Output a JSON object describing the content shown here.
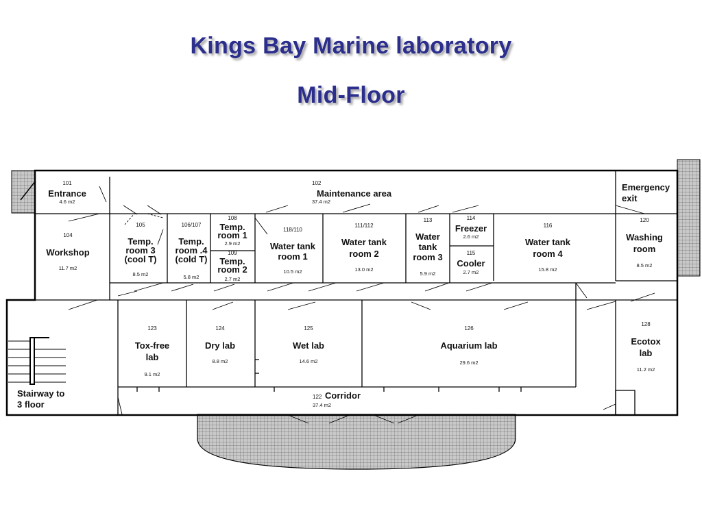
{
  "title": "Kings Bay Marine laboratory",
  "subtitle": "Mid-Floor",
  "rooms": {
    "entrance": {
      "num": "101",
      "name": [
        "Entrance"
      ],
      "area": "4.6 m2"
    },
    "maintenance": {
      "num": "102",
      "name": [
        "Maintenance area"
      ],
      "area": "37.4 m2"
    },
    "emergency": {
      "num": "",
      "name": [
        "Emergency",
        "exit"
      ],
      "area": ""
    },
    "workshop": {
      "num": "104",
      "name": [
        "Workshop"
      ],
      "area": "11.7 m2"
    },
    "temp3": {
      "num": "105",
      "name": [
        "Temp.",
        "room 3",
        "(cool T)"
      ],
      "area": "8.5 m2"
    },
    "temp4": {
      "num": "106/107",
      "name": [
        "Temp.",
        "room .4",
        "(cold T)"
      ],
      "area": "5.8 m2"
    },
    "temp1": {
      "num": "108",
      "name": [
        "Temp.",
        "room 1"
      ],
      "area": "2.9 m2"
    },
    "temp2": {
      "num": "109",
      "name": [
        "Temp.",
        "room 2"
      ],
      "area": "2.7 m2"
    },
    "watertank1": {
      "num": "118/110",
      "name": [
        "Water tank",
        "room 1"
      ],
      "area": "10.5 m2"
    },
    "watertank2": {
      "num": "111/112",
      "name": [
        "Water tank",
        "room 2"
      ],
      "area": "13.0 m2"
    },
    "watertank3": {
      "num": "113",
      "name": [
        "Water",
        "tank",
        "room 3"
      ],
      "area": "5.9 m2"
    },
    "freezer": {
      "num": "114",
      "name": [
        "Freezer"
      ],
      "area": "2.6 m2"
    },
    "cooler": {
      "num": "115",
      "name": [
        "Cooler"
      ],
      "area": "2.7 m2"
    },
    "watertank4": {
      "num": "116",
      "name": [
        "Water tank",
        "room 4"
      ],
      "area": "15.8 m2"
    },
    "washing": {
      "num": "120",
      "name": [
        "Washing",
        "room"
      ],
      "area": "8.5 m2"
    },
    "toxfree": {
      "num": "123",
      "name": [
        "Tox-free",
        "lab"
      ],
      "area": "9.1 m2"
    },
    "drylab": {
      "num": "124",
      "name": [
        "Dry lab"
      ],
      "area": "8.8 m2"
    },
    "wetlab": {
      "num": "125",
      "name": [
        "Wet lab"
      ],
      "area": "14.6 m2"
    },
    "aquarium": {
      "num": "126",
      "name": [
        "Aquarium lab"
      ],
      "area": "29.6 m2"
    },
    "ecotox": {
      "num": "128",
      "name": [
        "Ecotox",
        "lab"
      ],
      "area": "11.2 m2"
    },
    "corridor": {
      "num": "122",
      "name": [
        "Corridor"
      ],
      "area": "37.4 m2"
    },
    "stairway": {
      "num": "",
      "name": [
        "Stairway to",
        "3 floor"
      ],
      "area": ""
    }
  },
  "colors": {
    "title": "#2b2e8c",
    "wall": "#000000",
    "hatch": "#9a9a9a"
  }
}
